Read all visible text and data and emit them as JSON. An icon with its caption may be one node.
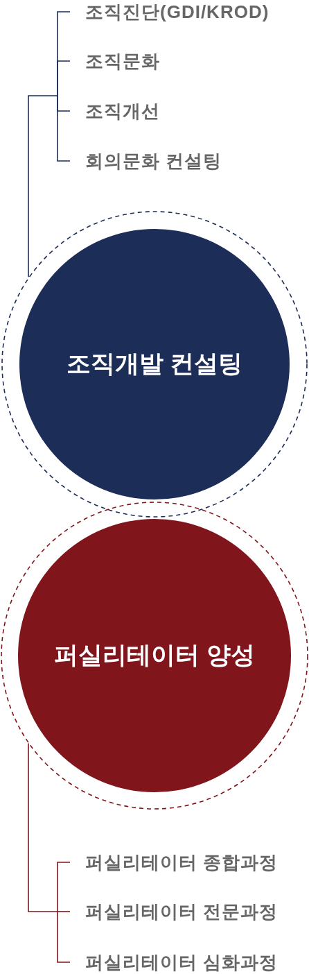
{
  "diagram": {
    "nodes": [
      {
        "text": [
          "조직진단(GDI/KROD)"
        ]
      },
      {
        "text": [
          "조직문화"
        ]
      },
      {
        "text": [
          "조직개선"
        ]
      },
      {
        "text": [
          "회의문화 컨설팅"
        ]
      },
      {
        "text": [
          "조직개발 컨설팅"
        ]
      },
      {
        "text": [
          "퍼실리테이터 양성"
        ]
      },
      {
        "text": [
          "퍼실리테이터 종합과정"
        ]
      },
      {
        "text": [
          "퍼실리테이터 전문과정"
        ]
      },
      {
        "text": [
          "퍼실리테이터 심화과정"
        ]
      }
    ],
    "edges": [
      {
        "from": 4,
        "to": 0,
        "arrow": "none"
      },
      {
        "from": 4,
        "to": 1,
        "arrow": "none"
      },
      {
        "from": 4,
        "to": 2,
        "arrow": "none"
      },
      {
        "from": 4,
        "to": 3,
        "arrow": "none"
      },
      {
        "from": 5,
        "to": 6,
        "arrow": "none",
        "color": "#80151c"
      },
      {
        "from": 5,
        "to": 7,
        "arrow": "none",
        "color": "#80151c"
      },
      {
        "from": 5,
        "to": 8,
        "arrow": "none",
        "color": "#80151c"
      }
    ]
  }
}
